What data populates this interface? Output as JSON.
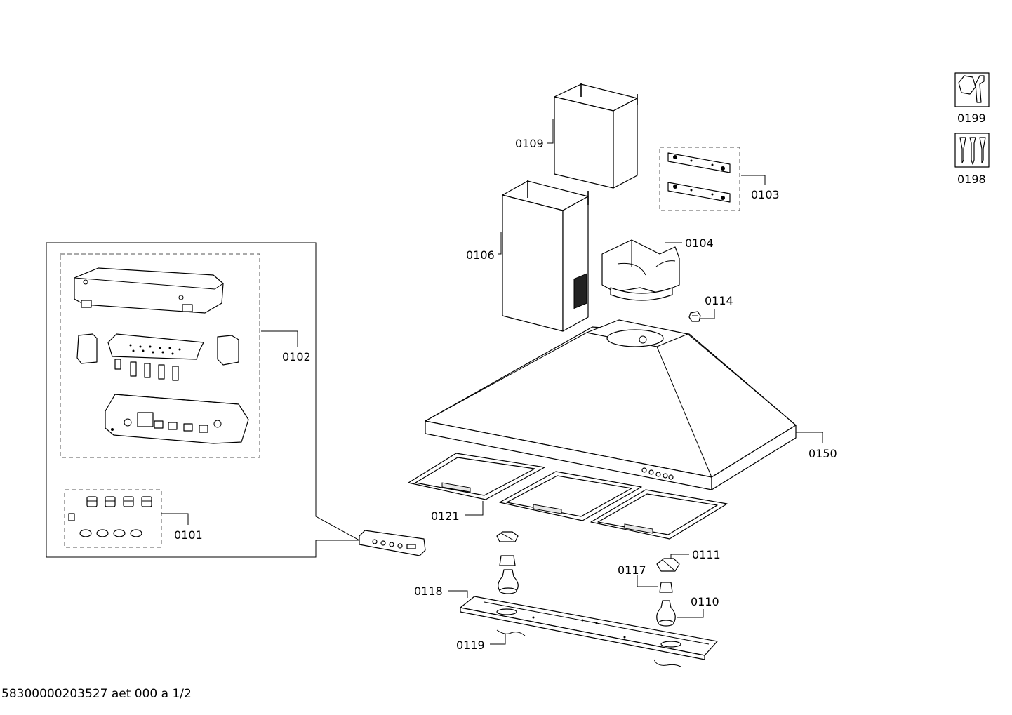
{
  "footer": {
    "document_id": "58300000203527 aet 000 a 1/2"
  },
  "labels": {
    "p0101": "0101",
    "p0102": "0102",
    "p0103": "0103",
    "p0104": "0104",
    "p0106": "0106",
    "p0109": "0109",
    "p0110": "0110",
    "p0111": "0111",
    "p0114": "0114",
    "p0117": "0117",
    "p0118": "0118",
    "p0119": "0119",
    "p0121": "0121",
    "p0150": "0150",
    "p0198": "0198",
    "p0199": "0199"
  },
  "icons": {
    "p0199": "wrench-nut-icon",
    "p0198": "screws-icon"
  }
}
